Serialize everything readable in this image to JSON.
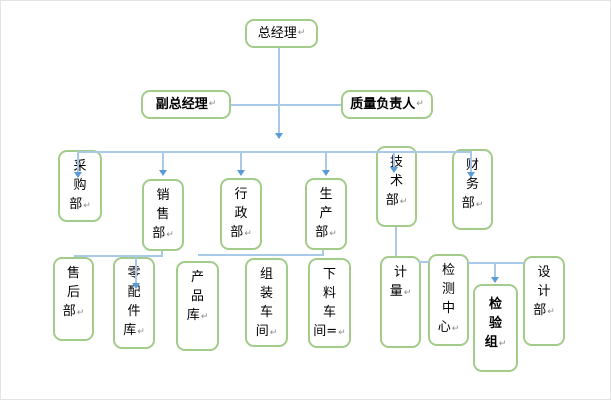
{
  "palette": {
    "background": "#ffffff",
    "box_border_green": "#a3cc8b",
    "connector_blue": "#a9c9e8",
    "arrowhead_blue": "#5b9bd5",
    "text_color": "#000000",
    "return_mark_gray": "#8a8a8a"
  },
  "marks": {
    "return_mark": "↵"
  },
  "nodes": {
    "general_manager": {
      "label": "总经理",
      "bold": false
    },
    "deputy_general_manager": {
      "label": "副总经理",
      "bold": true
    },
    "quality_director": {
      "label": "质量负责人",
      "bold": true
    },
    "purchasing_dept": {
      "label": "采\n购\n部",
      "bold": false
    },
    "sales_dept": {
      "label": "销\n售\n部",
      "bold": false
    },
    "admin_dept": {
      "label": "行\n政\n部",
      "bold": false
    },
    "production_dept": {
      "label": "生\n产\n部",
      "bold": false
    },
    "tech_dept": {
      "label": "技\n术\n部",
      "bold": false
    },
    "finance_dept": {
      "label": "财\n务\n部",
      "bold": false
    },
    "after_sales_dept": {
      "label": "售\n后\n部",
      "bold": false
    },
    "spare_parts_warehouse": {
      "label": "零\n配\n件\n库",
      "bold": false
    },
    "product_warehouse": {
      "label": "产\n品\n库",
      "bold": false
    },
    "assembly_workshop": {
      "label": "组\n装\n车\n间",
      "bold": false
    },
    "cutting_workshop": {
      "label": "下\n料\n车\n间=",
      "bold": false
    },
    "metrology": {
      "label": "计\n量",
      "bold": false
    },
    "testing_center": {
      "label": "检\n测\n中\n心",
      "bold": false
    },
    "inspection_team": {
      "label": "检\n验\n组",
      "bold": true
    },
    "design_dept": {
      "label": "设\n计\n部",
      "bold": false
    }
  },
  "edges": [
    {
      "from": "general_manager",
      "to": "deputy_general_manager"
    },
    {
      "from": "general_manager",
      "to": "quality_director"
    },
    {
      "from": "general_manager",
      "to": "purchasing_dept"
    },
    {
      "from": "general_manager",
      "to": "sales_dept"
    },
    {
      "from": "general_manager",
      "to": "admin_dept"
    },
    {
      "from": "general_manager",
      "to": "production_dept"
    },
    {
      "from": "general_manager",
      "to": "tech_dept"
    },
    {
      "from": "general_manager",
      "to": "finance_dept"
    },
    {
      "from": "sales_dept",
      "to": "after_sales_dept"
    },
    {
      "from": "sales_dept",
      "to": "spare_parts_warehouse"
    },
    {
      "from": "production_dept",
      "to": "product_warehouse"
    },
    {
      "from": "production_dept",
      "to": "assembly_workshop"
    },
    {
      "from": "production_dept",
      "to": "cutting_workshop"
    },
    {
      "from": "tech_dept",
      "to": "metrology"
    },
    {
      "from": "metrology",
      "to": "testing_center"
    },
    {
      "from": "testing_center",
      "to": "inspection_team"
    },
    {
      "from": "testing_center",
      "to": "design_dept"
    }
  ]
}
